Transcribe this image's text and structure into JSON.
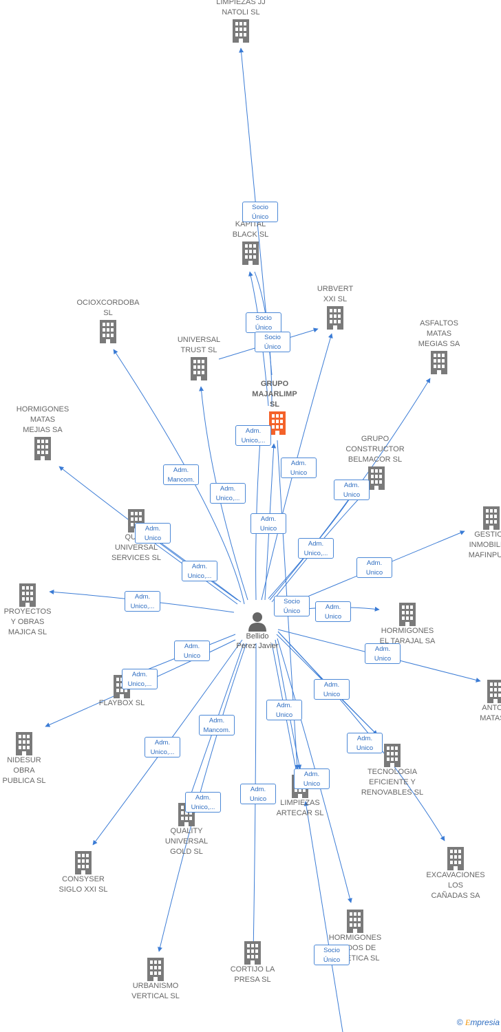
{
  "person": {
    "name": "Bellido\nPerez Javier"
  },
  "companies": [
    {
      "id": "limpiezas_jj",
      "label": "LIMPIEZAS JJ\nNATOLI  SL",
      "focus": false
    },
    {
      "id": "kapital",
      "label": "GI...\nKAPITAL\nBLACK  SL",
      "focus": false
    },
    {
      "id": "ocioxcordoba",
      "label": "OCIOXCORDOBA\nSL",
      "focus": false
    },
    {
      "id": "urbvert",
      "label": "URBVERT\nXXI  SL",
      "focus": false
    },
    {
      "id": "asfaltos",
      "label": "ASFALTOS\nMATAS\nMEGIAS SA",
      "focus": false
    },
    {
      "id": "universal_trust",
      "label": "UNIVERSAL\nTRUST  SL",
      "focus": false
    },
    {
      "id": "grupo_majarlimp",
      "label": "GRUPO\nMAJARLIMP\nSL",
      "focus": true
    },
    {
      "id": "hormigones_matas",
      "label": "HORMIGONES\nMATAS\nMEJIAS SA",
      "focus": false
    },
    {
      "id": "grupo_belmacor",
      "label": "GRUPO\nCONSTRUCTOR\nBELMACOR  SL",
      "focus": false
    },
    {
      "id": "quality_universal_services",
      "label": "QUA...\nUNIVERSAL\nSERVICES SL",
      "focus": false
    },
    {
      "id": "gestion_mafinpur",
      "label": "GESTION\nINMOBILIA...\nMAFINPUR...",
      "focus": false
    },
    {
      "id": "proyectos_majica",
      "label": "PROYECTOS\nY OBRAS\nMAJICA  SL",
      "focus": false
    },
    {
      "id": "hormigones_tarajal",
      "label": "HORMIGONES\nEL TARAJAL SA",
      "focus": false
    },
    {
      "id": "flaybox",
      "label": "FLAYBOX SL",
      "focus": false
    },
    {
      "id": "antonio_matas",
      "label": "ANTO...\nMATAS...",
      "focus": false
    },
    {
      "id": "nidesur",
      "label": "NIDESUR\nOBRA\nPUBLICA  SL",
      "focus": false
    },
    {
      "id": "tecnologia",
      "label": "TECNOLOGIA\nEFICIENTE Y\nRENOVABLES SL",
      "focus": false
    },
    {
      "id": "limpiezas_artecar",
      "label": "LIMPIEZAS\nARTECAR  SL",
      "focus": false
    },
    {
      "id": "quality_gold",
      "label": "QUALITY\nUNIVERSAL\nGOLD  SL",
      "focus": false
    },
    {
      "id": "consyser",
      "label": "CONSYSER\nSIGLO XXI  SL",
      "focus": false
    },
    {
      "id": "excavaciones",
      "label": "EXCAVACIONES\nLOS\nCAÑADAS SA",
      "focus": false
    },
    {
      "id": "hormigones_aridos",
      "label": "HORMIGONES\nARIDOS DE\nSUBETICA SL",
      "focus": false
    },
    {
      "id": "cortijo",
      "label": "CORTIJO LA\nPRESA SL",
      "focus": false
    },
    {
      "id": "urbanismo",
      "label": "URBANISMO\nVERTICAL  SL",
      "focus": false
    }
  ],
  "badges": [
    {
      "text": "Socio\nÚnico"
    },
    {
      "text": "Socio\nÚnico"
    },
    {
      "text": "Socio\nÚnico"
    },
    {
      "text": "Adm.\nUnico,..."
    },
    {
      "text": "Adm.\nUnico"
    },
    {
      "text": "Adm.\nMancom."
    },
    {
      "text": "Adm.\nUnico,..."
    },
    {
      "text": "Adm.\nUnico"
    },
    {
      "text": "Adm.\nUnico"
    },
    {
      "text": "Adm.\nUnico"
    },
    {
      "text": "Adm.\nUnico,..."
    },
    {
      "text": "Adm.\nUnico,..."
    },
    {
      "text": "Adm.\nUnico"
    },
    {
      "text": "Adm.\nUnico,..."
    },
    {
      "text": "Socio\nÚnico"
    },
    {
      "text": "Adm.\nUnico"
    },
    {
      "text": "Adm.\nUnico"
    },
    {
      "text": "Adm.\nUnico"
    },
    {
      "text": "Adm.\nUnico,..."
    },
    {
      "text": "Adm.\nUnico"
    },
    {
      "text": "Adm.\nMancom."
    },
    {
      "text": "Adm.\nUnico"
    },
    {
      "text": "Adm.\nUnico,..."
    },
    {
      "text": "Adm.\nUnico"
    },
    {
      "text": "Adm.\nUnico"
    },
    {
      "text": "Adm.\nUnico,..."
    },
    {
      "text": "Adm.\nUnico"
    },
    {
      "text": "Socio\nÚnico"
    }
  ],
  "footer": {
    "copyright": "©",
    "brand_initial": "E",
    "brand_rest": "mpresia"
  },
  "colors": {
    "edge": "#3a7bd5",
    "building": "#7a7a7a",
    "focus_building": "#f4622a",
    "person": "#666666"
  }
}
